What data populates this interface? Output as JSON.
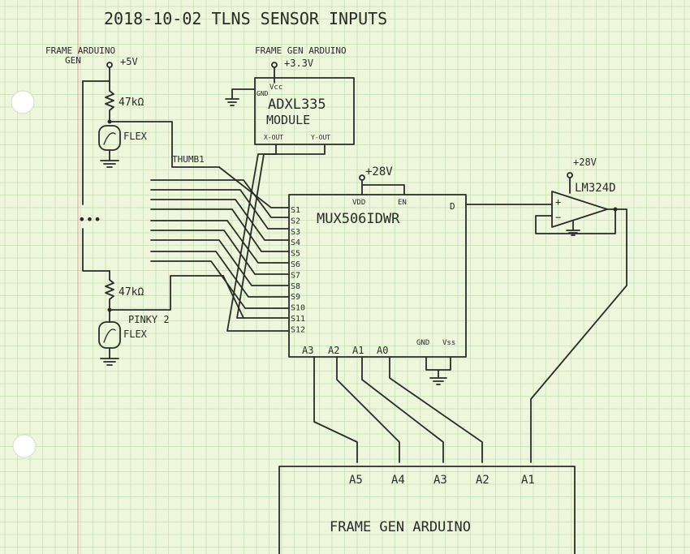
{
  "title": "2018-10-02  TLNS  SENSOR  INPUTS",
  "power_top": {
    "label_line1": "FRAME ARDUINO",
    "label_line2": "GEN",
    "voltage": "+5V"
  },
  "resistor_top": {
    "value": "47kΩ"
  },
  "flex_top": {
    "label": "FLEX"
  },
  "thumb_label": "THUMB1",
  "ellipsis": "•••",
  "resistor_bottom": {
    "value": "47kΩ"
  },
  "pinky_label": "PINKY 2",
  "flex_bottom": {
    "label": "FLEX"
  },
  "adxl": {
    "power_label": "FRAME GEN ARDUINO",
    "voltage": "+3.3V",
    "gnd_label": "GND",
    "vcc_label": "Vcc",
    "name_line1": "ADXL335",
    "name_line2": "MODULE",
    "xout": "X-OUT",
    "yout": "Y-OUT"
  },
  "mux": {
    "name": "MUX506IDWR",
    "supply": "+28V",
    "vdd": "VDD",
    "en": "EN",
    "d": "D",
    "inputs": [
      "S1",
      "S2",
      "S3",
      "S4",
      "S5",
      "S6",
      "S7",
      "S8",
      "S9",
      "S10",
      "S11",
      "S12"
    ],
    "addr": [
      "A3",
      "A2",
      "A1",
      "A0"
    ],
    "gnd": "GND",
    "vss": "Vss"
  },
  "opamp": {
    "supply": "+28V",
    "name": "LM324D",
    "plus": "+",
    "minus": "−"
  },
  "arduino": {
    "name": "FRAME  GEN  ARDUINO",
    "pins": [
      "A5",
      "A4",
      "A3",
      "A2",
      "A1"
    ]
  }
}
